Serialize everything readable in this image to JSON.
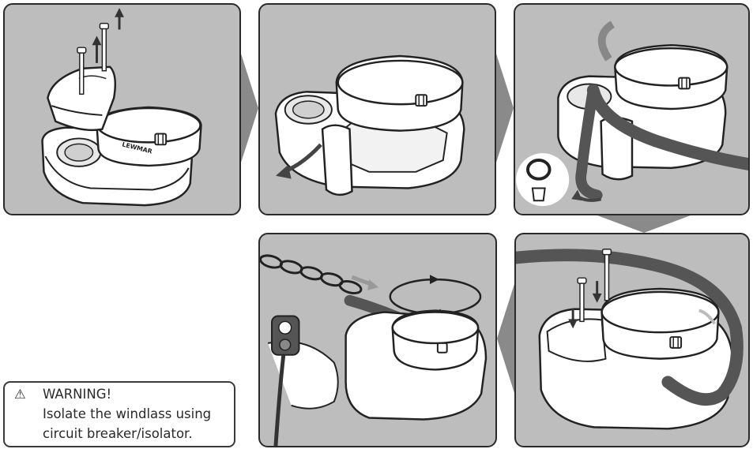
{
  "warning": {
    "title": "WARNING!",
    "line1": "Isolate the windlass using",
    "line2": "circuit breaker/isolator.",
    "icon": "warning-triangle-icon"
  },
  "brand_mark": "LEWMAR",
  "colors": {
    "panel_bg": "#bdbdbd",
    "panel_border": "#2a2a2a",
    "arrow": "#8a8a8a",
    "rope": "#555555",
    "line": "#222222",
    "highlight": "#ffffff"
  },
  "steps": [
    {
      "step": 1,
      "action": "remove-bolts-and-cover"
    },
    {
      "step": 2,
      "action": "swing-open-guard"
    },
    {
      "step": 3,
      "action": "feed-rope-through-and-tie-off"
    },
    {
      "step": 4,
      "action": "reinstall-bolts-with-rope-in-place"
    },
    {
      "step": 5,
      "action": "run-windlass-to-load-chain"
    }
  ]
}
